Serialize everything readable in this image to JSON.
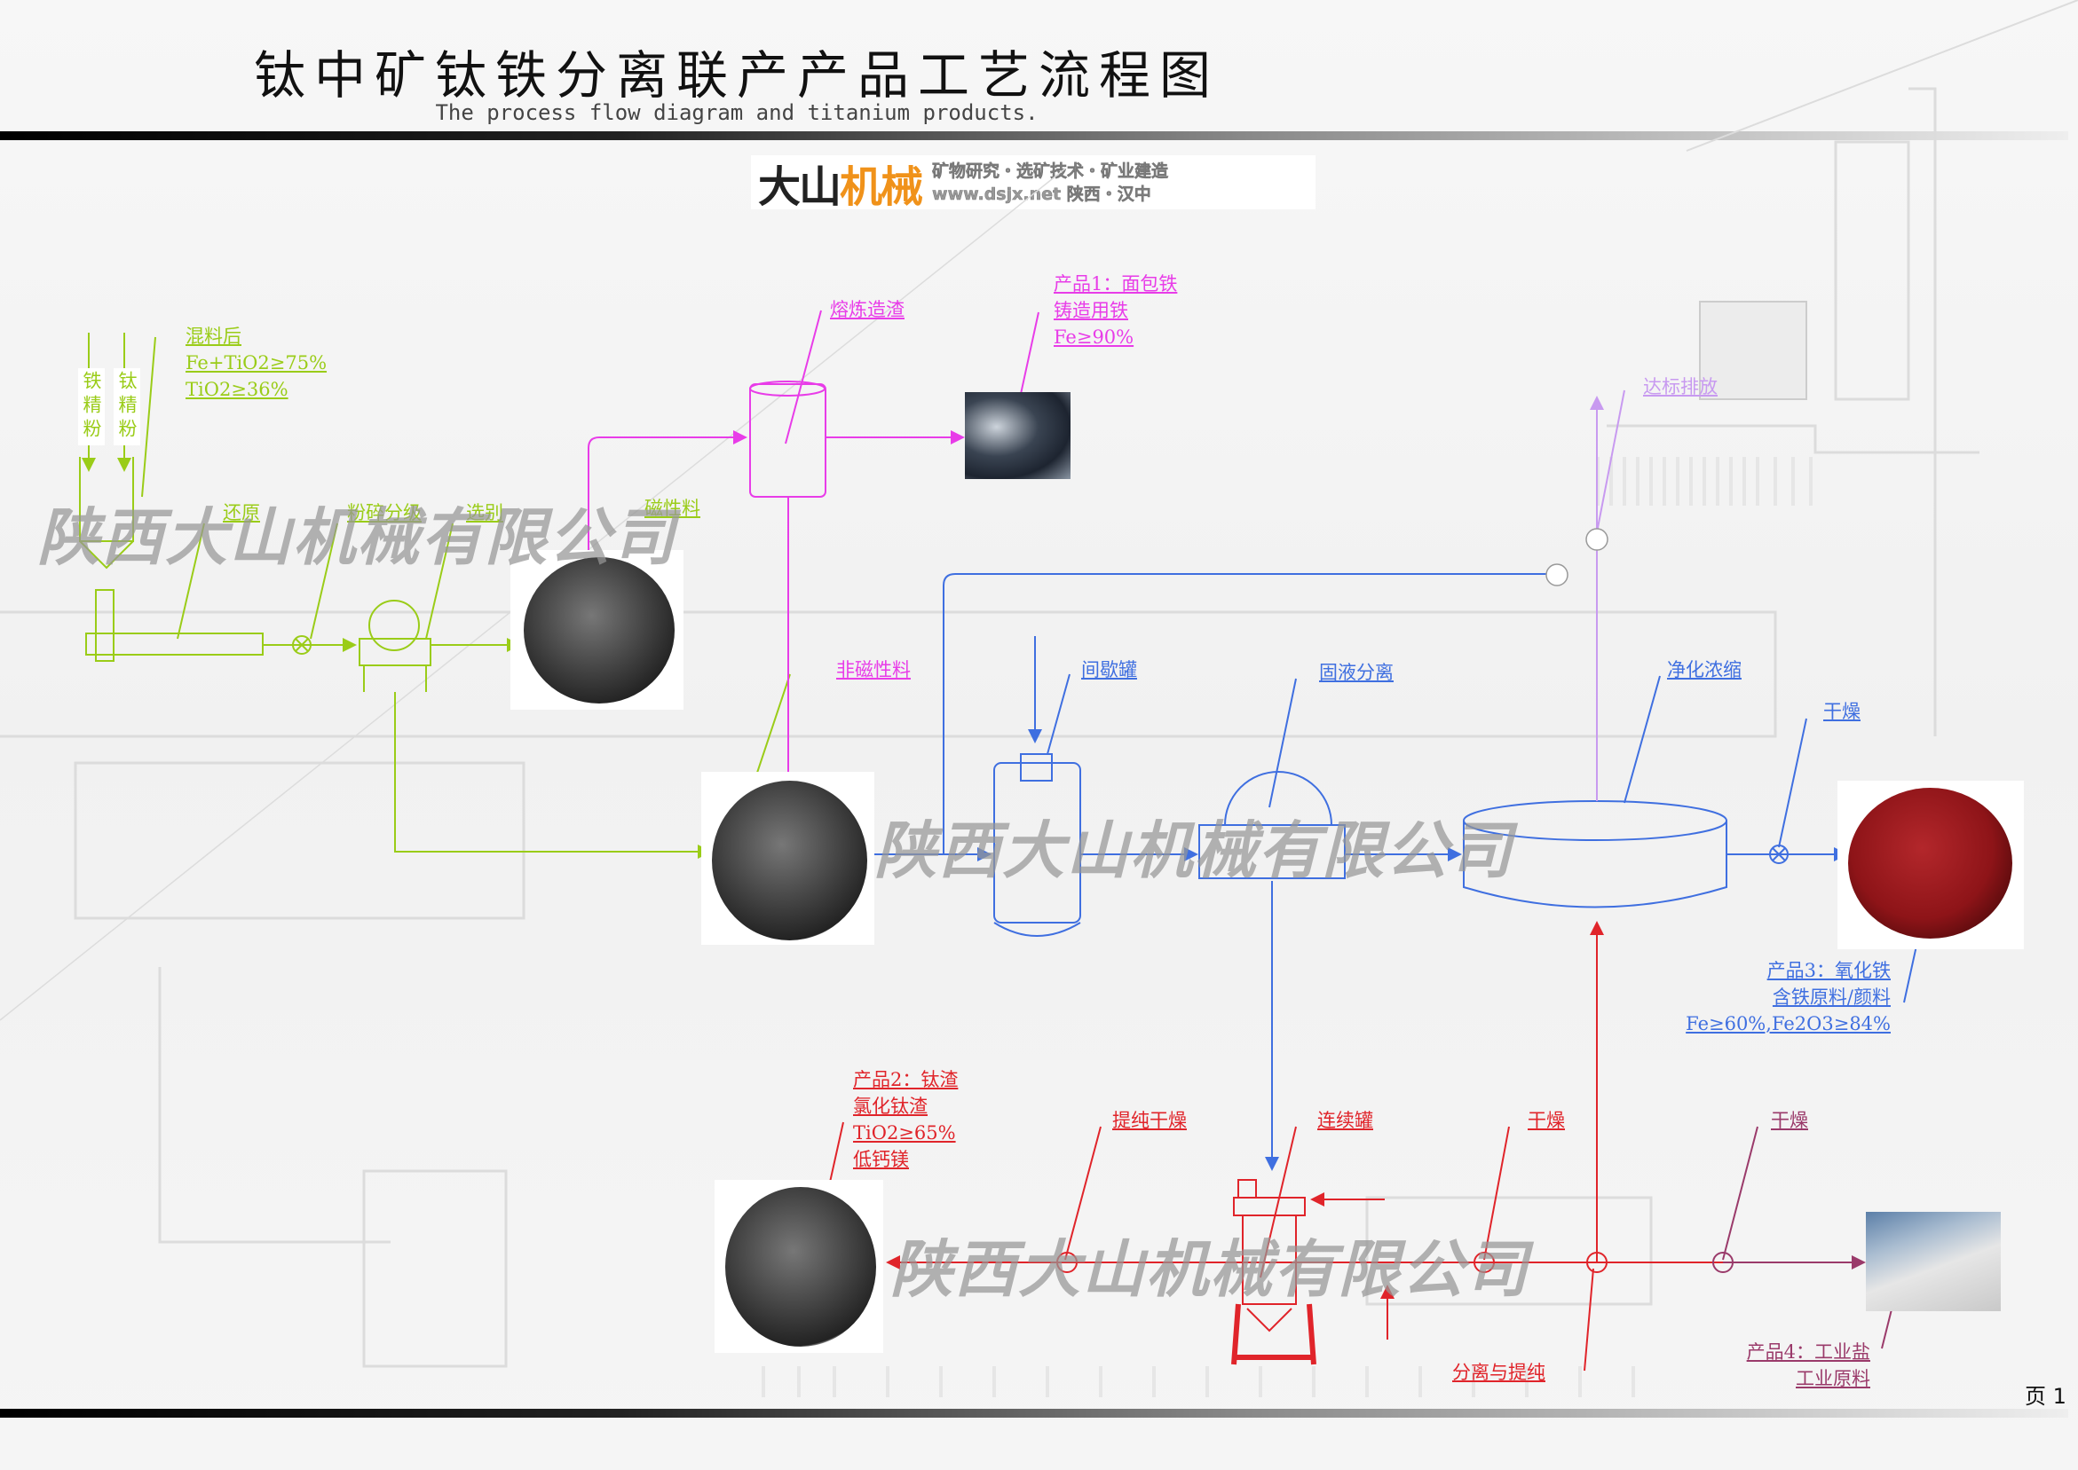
{
  "header": {
    "title": "钛中矿钛铁分离联产产品工艺流程图",
    "subtitle": "The process flow diagram and titanium products."
  },
  "logo": {
    "brand_a": "大山",
    "brand_b": "机械",
    "tagline": "矿物研究・选矿技术・矿业建造",
    "site_line": "www.dsjx.net  陕西・汉中"
  },
  "watermark": "陕西大山机械有限公司",
  "feed": {
    "iron": "铁精粉",
    "titanium": "钛精粉",
    "mix": [
      "混料后",
      "Fe+TiO2≥75%",
      "TiO2≥36%"
    ]
  },
  "green_labels": {
    "reduce": "还原",
    "crush": "粉碎分级",
    "select": "选别",
    "magnetic": "磁性料"
  },
  "magenta_labels": {
    "smelt": "熔炼造渣",
    "product1": [
      "产品1：面包铁",
      "铸造用铁",
      "Fe≥90%"
    ],
    "nonmagnetic": "非磁性料"
  },
  "blue_labels": {
    "batch_tank": "间歇罐",
    "solid_liquid": "固液分离",
    "purify": "净化浓缩",
    "dry": "干燥",
    "product3": [
      "产品3：氧化铁",
      "含铁原料/颜料",
      "Fe≥60%,Fe2O3≥84%"
    ]
  },
  "discharge": "达标排放",
  "red_labels": {
    "product2": [
      "产品2：钛渣",
      "氯化钛渣",
      "TiO2≥65%",
      "低钙镁"
    ],
    "purify_dry": "提纯干燥",
    "cont_tank": "连续罐",
    "dry1": "干燥",
    "dry2": "干燥",
    "separate": "分离与提纯",
    "product4": [
      "产品4：工业盐",
      "工业原料"
    ]
  },
  "page": "页 1",
  "colors": {
    "green": "#9acc18",
    "magenta": "#e83ce8",
    "blue": "#3f6fe0",
    "red": "#e0242a",
    "maroon": "#9a3a6a",
    "lavender": "#c89af0"
  }
}
